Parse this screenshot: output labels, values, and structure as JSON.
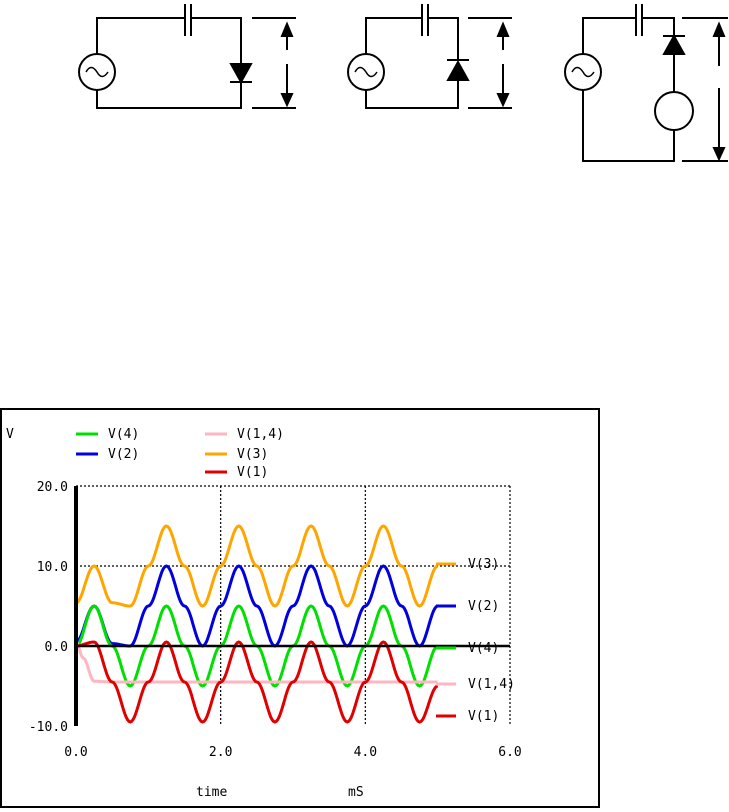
{
  "chart_data": {
    "type": "line",
    "ylabel": "V",
    "xlabel": "time",
    "x_unit": "mS",
    "xlim": [
      0,
      6
    ],
    "ylim": [
      -10,
      20
    ],
    "x_ticks": [
      "0.0",
      "2.0",
      "4.0",
      "6.0"
    ],
    "y_ticks": [
      "-10.0",
      "0.0",
      "10.0",
      "20.0"
    ],
    "grid": true,
    "legend": [
      {
        "label": "V(4)",
        "color": "#00e000"
      },
      {
        "label": "V(1,4)",
        "color": "#ffb6c1"
      },
      {
        "label": "V(2)",
        "color": "#0000e0"
      },
      {
        "label": "V(3)",
        "color": "#ffa500"
      },
      {
        "label": "V(1)",
        "color": "#e00000"
      }
    ],
    "series": [
      {
        "name": "V(3)",
        "color": "#ffa500",
        "end_label": "V(3)",
        "x": [
          0.0,
          0.25,
          0.5,
          0.75,
          1.0,
          1.25,
          1.5,
          1.75,
          2.0,
          2.25,
          2.5,
          2.75,
          3.0,
          3.25,
          3.5,
          3.75,
          4.0,
          4.25,
          4.5,
          4.75,
          5.0
        ],
        "y": [
          5.4,
          10.0,
          5.4,
          5.0,
          10.0,
          15.0,
          10.0,
          5.0,
          10.0,
          15.0,
          10.0,
          5.0,
          10.0,
          15.0,
          10.0,
          5.0,
          10.0,
          15.0,
          10.0,
          5.0,
          10.0
        ]
      },
      {
        "name": "V(2)",
        "color": "#0000e0",
        "end_label": "V(2)",
        "x": [
          0.0,
          0.25,
          0.5,
          0.75,
          1.0,
          1.25,
          1.5,
          1.75,
          2.0,
          2.25,
          2.5,
          2.75,
          3.0,
          3.25,
          3.5,
          3.75,
          4.0,
          4.25,
          4.5,
          4.75,
          5.0
        ],
        "y": [
          0.5,
          5.0,
          0.3,
          0.0,
          5.0,
          10.0,
          5.0,
          0.0,
          5.0,
          10.0,
          5.0,
          0.0,
          5.0,
          10.0,
          5.0,
          0.0,
          5.0,
          10.0,
          5.0,
          0.0,
          5.0
        ]
      },
      {
        "name": "V(4)",
        "color": "#00e000",
        "end_label": "V(4)",
        "x": [
          0.0,
          0.25,
          0.5,
          0.75,
          1.0,
          1.25,
          1.5,
          1.75,
          2.0,
          2.25,
          2.5,
          2.75,
          3.0,
          3.25,
          3.5,
          3.75,
          4.0,
          4.25,
          4.5,
          4.75,
          5.0
        ],
        "y": [
          0.0,
          5.0,
          0.0,
          -5.0,
          0.0,
          5.0,
          0.0,
          -5.0,
          0.0,
          5.0,
          0.0,
          -5.0,
          0.0,
          5.0,
          0.0,
          -5.0,
          0.0,
          5.0,
          0.0,
          -5.0,
          0.0
        ]
      },
      {
        "name": "V(1,4)",
        "color": "#ffb6c1",
        "end_label": "V(1,4)",
        "x": [
          0.0,
          0.1,
          0.25,
          0.5,
          1.0,
          2.0,
          3.0,
          4.0,
          5.0
        ],
        "y": [
          0.5,
          -1.5,
          -4.4,
          -4.5,
          -4.5,
          -4.5,
          -4.5,
          -4.5,
          -4.5
        ]
      },
      {
        "name": "V(1)",
        "color": "#e00000",
        "end_label": "V(1)",
        "x": [
          0.0,
          0.25,
          0.5,
          0.75,
          1.0,
          1.25,
          1.5,
          1.75,
          2.0,
          2.25,
          2.5,
          2.75,
          3.0,
          3.25,
          3.5,
          3.75,
          4.0,
          4.25,
          4.5,
          4.75,
          5.0
        ],
        "y": [
          0.0,
          0.5,
          -4.5,
          -9.5,
          -4.5,
          0.5,
          -4.5,
          -9.5,
          -4.5,
          0.5,
          -4.5,
          -9.5,
          -4.5,
          0.5,
          -4.5,
          -9.5,
          -4.5,
          0.5,
          -4.5,
          -9.5,
          -5.0
        ]
      }
    ]
  }
}
